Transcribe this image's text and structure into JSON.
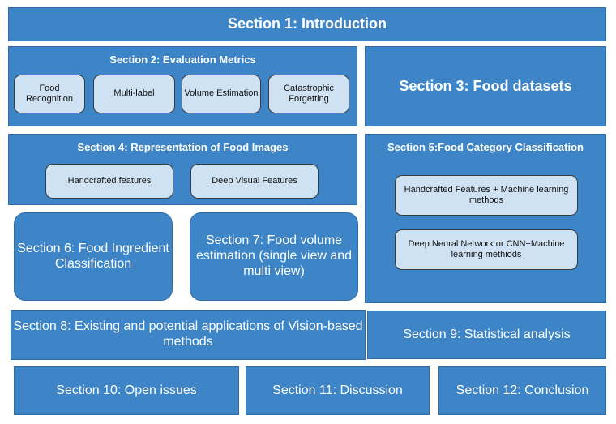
{
  "diagram": {
    "title": "Survey paper section organization flowchart",
    "colors": {
      "primary_blue": "#3d85c6",
      "light_blue": "#cfe2f3",
      "blue_border": "#2f6ca5",
      "leaf_border": "#3a3a3a",
      "blue_text": "#ffffff",
      "leaf_text": "#111111",
      "background": "#ffffff"
    },
    "sections": {
      "s1": {
        "label": "Section 1: Introduction"
      },
      "s2": {
        "label": "Section 2: Evaluation Metrics",
        "children": [
          {
            "label": "Food Recognition"
          },
          {
            "label": "Multi-label"
          },
          {
            "label": "Volume Estimation"
          },
          {
            "label": "Catastrophic Forgetting"
          }
        ]
      },
      "s3": {
        "label": "Section 3: Food datasets"
      },
      "s4": {
        "label": "Section 4: Representation of Food Images",
        "children": [
          {
            "label": "Handcrafted features"
          },
          {
            "label": "Deep Visual Features"
          }
        ]
      },
      "s5": {
        "label": "Section 5:Food Category Classification",
        "children": [
          {
            "label": "Handcrafted Features + Machine learning methods"
          },
          {
            "label": "Deep Neural Network or CNN+Machine learning methiods"
          }
        ]
      },
      "s6": {
        "label": "Section 6:  Food Ingredient Classification"
      },
      "s7": {
        "label": "Section 7:  Food volume estimation (single view and multi view)"
      },
      "s8": {
        "label": "Section 8: Existing and potential applications of Vision-based methods"
      },
      "s9": {
        "label": "Section 9: Statistical analysis"
      },
      "s10": {
        "label": "Section 10: Open issues"
      },
      "s11": {
        "label": "Section 11: Discussion"
      },
      "s12": {
        "label": "Section 12: Conclusion"
      }
    }
  }
}
